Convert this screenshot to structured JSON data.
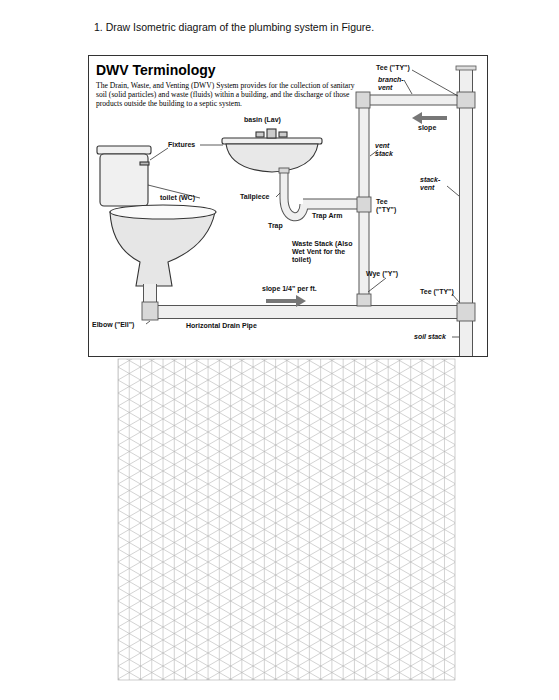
{
  "diagram": {
    "title": "1. Draw Isometric diagram of the plumbing system in Figure.",
    "nodes": [
      {
        "text": [
          "DWV Terminology",
          "The Drain, Waste, and Venting (DWV) System provides for the collection of sanitary soil (solid particles) and waste (fluids) within a building, and the discharge of those products outside the building to a septic system."
        ]
      }
    ],
    "labels": [
      "basin (Lav)",
      "Fixtures",
      "toilet (WC)",
      "Tailpiece",
      "Trap",
      "Trap Arm",
      "Waste Stack (Also Wet Vent for the toilet)",
      "slope 1/4\" per ft.",
      "Elbow (\"Ell\")",
      "Horizontal Drain Pipe",
      "Tee (\"TY\")",
      "branch- vent",
      "slope",
      "vent stack",
      "Tee (\"TY\")",
      "stack- vent",
      "Wye (\"Y\")",
      "Tee (\"TY\")",
      "soil stack"
    ]
  }
}
